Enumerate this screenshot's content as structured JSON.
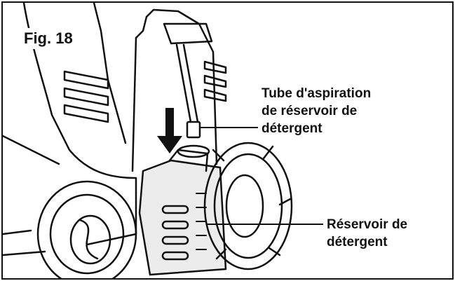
{
  "figure": {
    "label": "Fig. 18"
  },
  "callouts": [
    {
      "lines": [
        "Tube d'aspiration",
        "de réservoir de",
        "détergent"
      ]
    },
    {
      "lines": [
        "Réservoir de",
        "détergent"
      ]
    }
  ],
  "colors": {
    "ink": "#111111",
    "paper": "#ffffff",
    "shade": "#d9d9d9"
  }
}
